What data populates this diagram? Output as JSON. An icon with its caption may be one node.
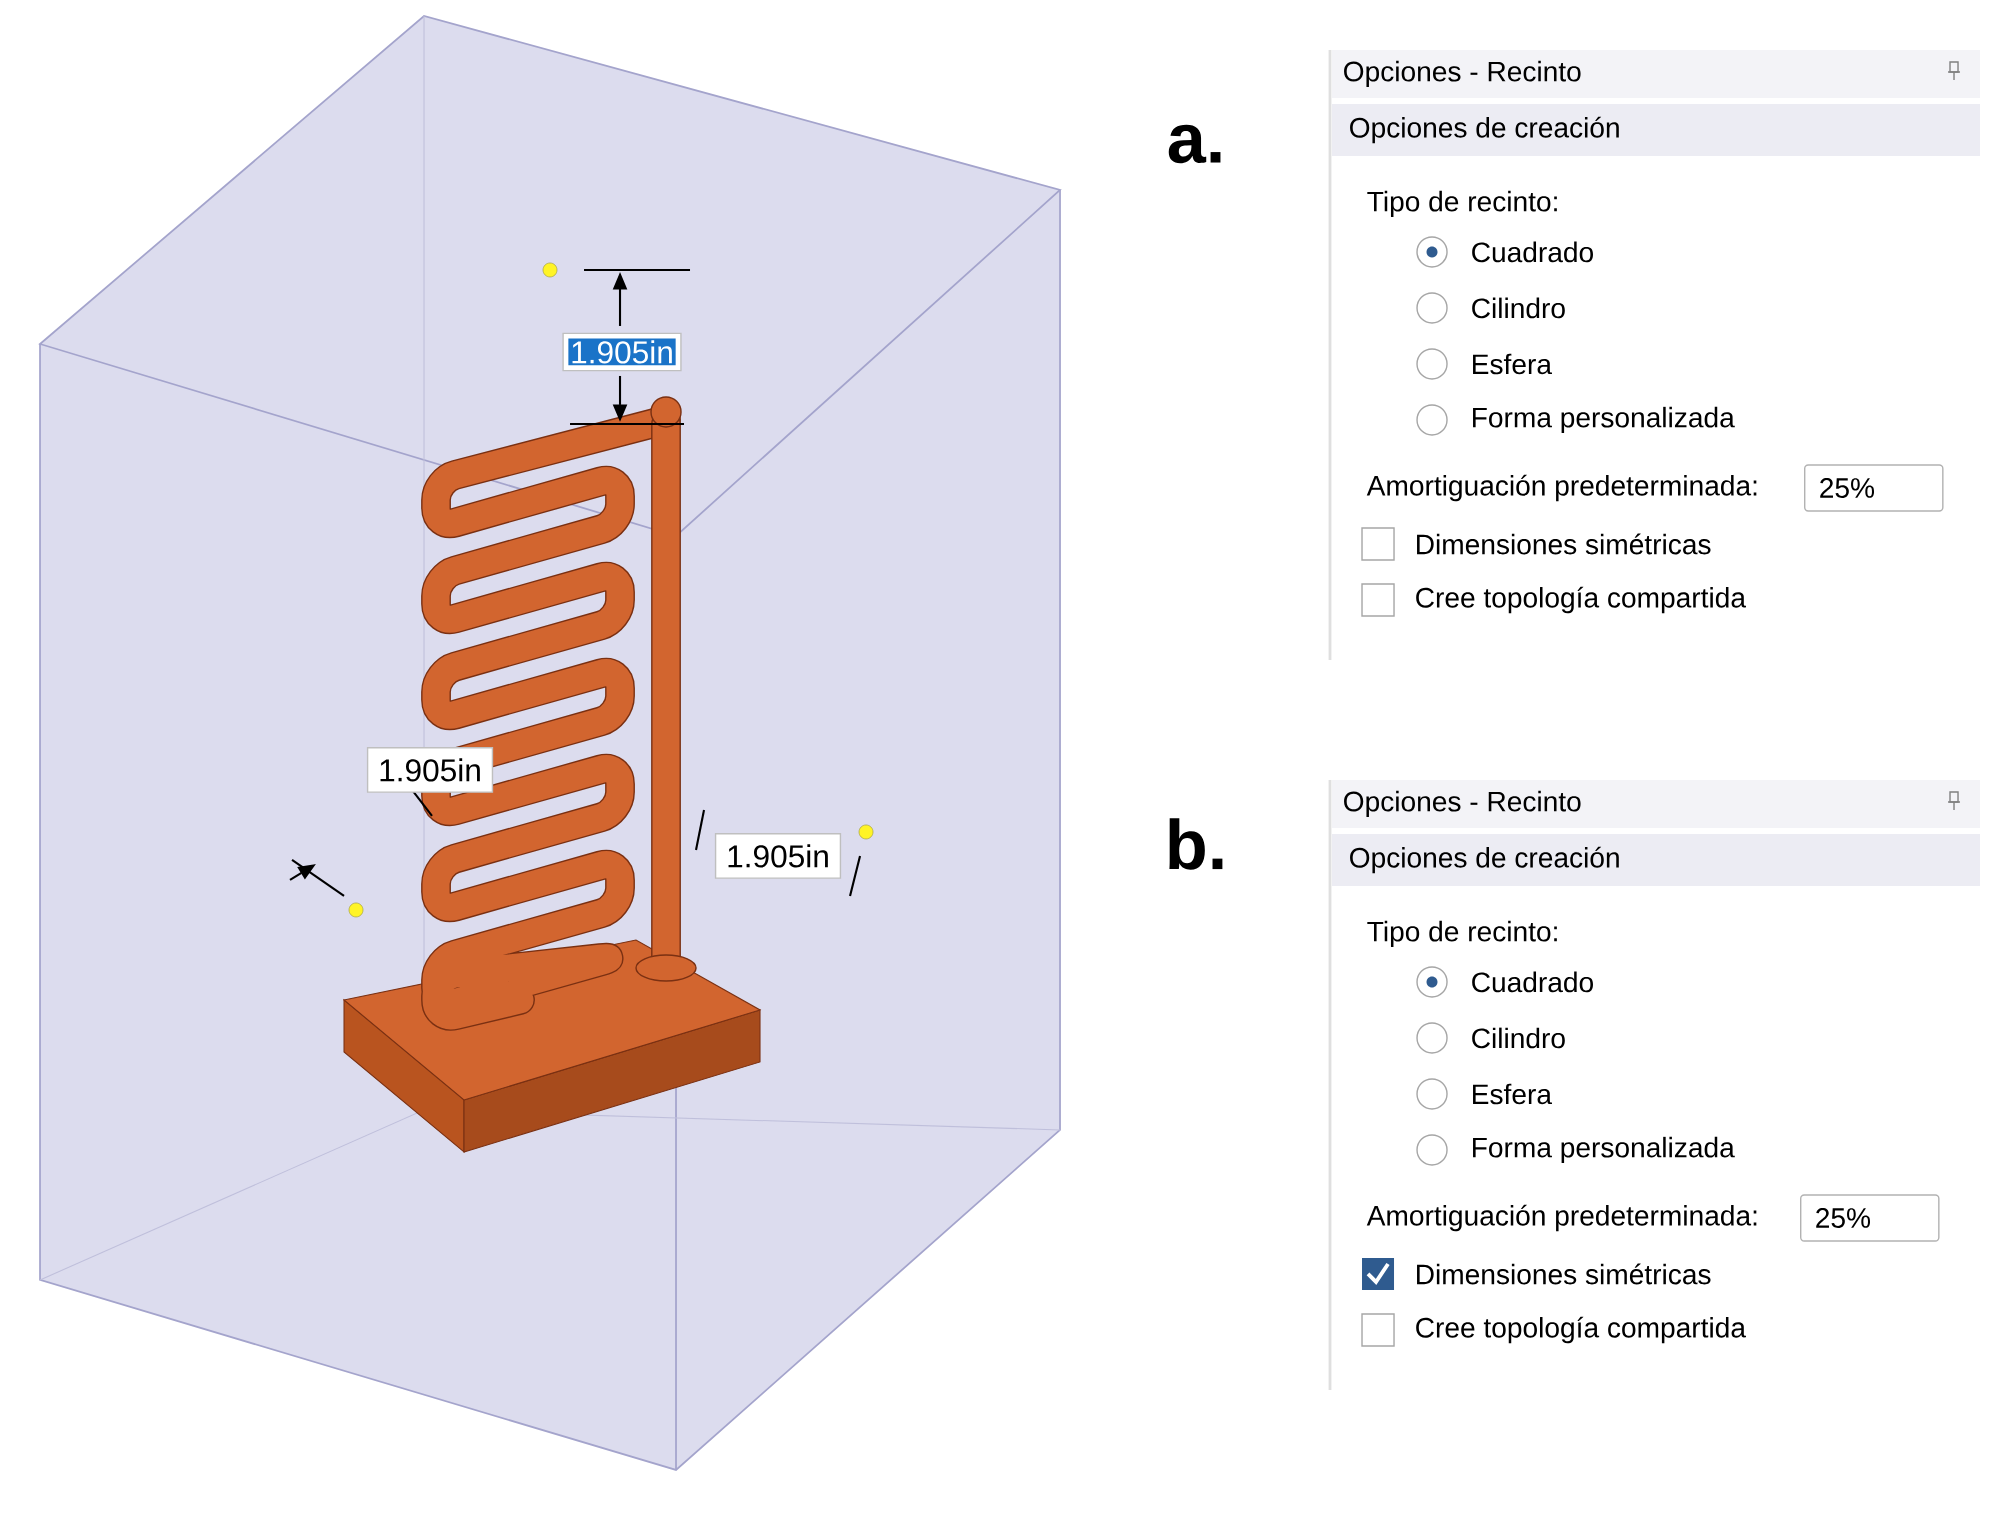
{
  "diagram": {
    "nodes": [
      {
        "text": [
          "Opciones - Recinto",
          "Opciones de creación",
          "Tipo de recinto:",
          "Cuadrado",
          "Cilindro",
          "Esfera",
          "Forma personalizada",
          "Amortiguación predeterminada:",
          "Dimensiones simétricas",
          "Cree topología compartida"
        ]
      },
      {
        "text": [
          "25%"
        ],
        "in": 0
      },
      {
        "text": [
          "Opciones - Recinto",
          "Opciones de creación",
          "Tipo de recinto:",
          "Cuadrado",
          "Cilindro",
          "Esfera",
          "Forma personalizada",
          "Amortiguación predeterminada:",
          "Dimensiones simétricas",
          "Cree topología compartida"
        ]
      },
      {
        "text": [
          "25%"
        ],
        "in": 2
      },
      {
        "text": [
          "1.905in"
        ]
      },
      {
        "text": [
          "1.905in"
        ]
      },
      {
        "text": [
          "1.905in"
        ]
      }
    ],
    "labels": [
      "a.",
      "b."
    ]
  }
}
